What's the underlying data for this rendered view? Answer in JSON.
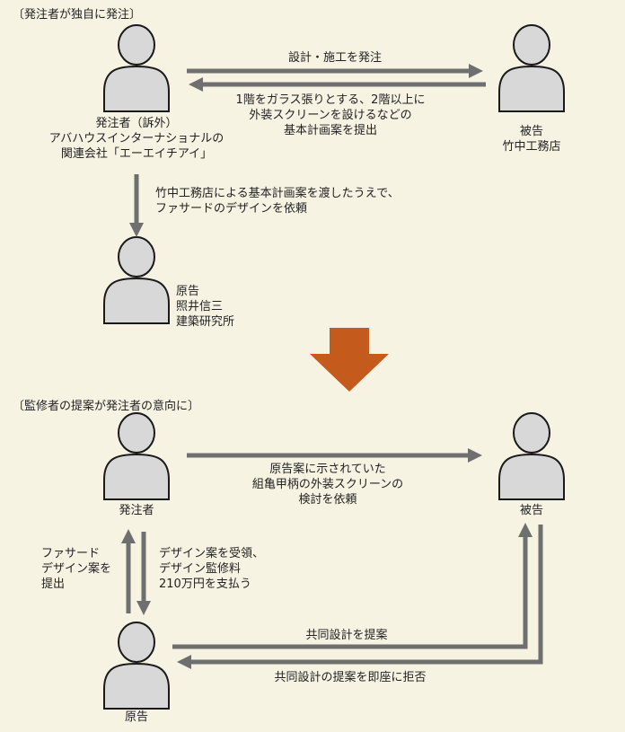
{
  "colors": {
    "background": "#f6f3e3",
    "person": "#d8d8d8",
    "person_outline": "#1a1a1a",
    "arrow": "#6f6f6f",
    "transition_arrow": "#c45a1c"
  },
  "section1": {
    "heading": "〔発注者が独自に発注〕",
    "client": {
      "name": "発注者（訴外）",
      "desc_line1": "アバハウスインターナショナルの",
      "desc_line2": "関連会社「エーエイチアイ」"
    },
    "defendant": {
      "label": "被告",
      "name": "竹中工務店"
    },
    "plaintiff": {
      "label": "原告",
      "name_line1": "照井信三",
      "name_line2": "建築研究所"
    },
    "arrow_order": "設計・施工を発注",
    "arrow_plan": [
      "1階をガラス張りとする、2階以上に",
      "外装スクリーンを設けるなどの",
      "基本計画案を提出"
    ],
    "arrow_request": [
      "竹中工務店による基本計画案を渡したうえで、",
      "ファサードのデザインを依頼"
    ]
  },
  "transition_icon": "down-arrow-icon",
  "section2": {
    "heading": "〔監修者の提案が発注者の意向に〕",
    "client_label": "発注者",
    "defendant_label": "被告",
    "plaintiff_label": "原告",
    "arrow_consider": [
      "原告案に示されていた",
      "組亀甲柄の外装スクリーンの",
      "検討を依頼"
    ],
    "arrow_submit": [
      "ファサード",
      "デザイン案を",
      "提出"
    ],
    "arrow_fee": [
      "デザイン案を受領、",
      "デザイン監修料",
      "210万円を支払う"
    ],
    "arrow_propose": "共同設計を提案",
    "arrow_reject": "共同設計の提案を即座に拒否"
  }
}
